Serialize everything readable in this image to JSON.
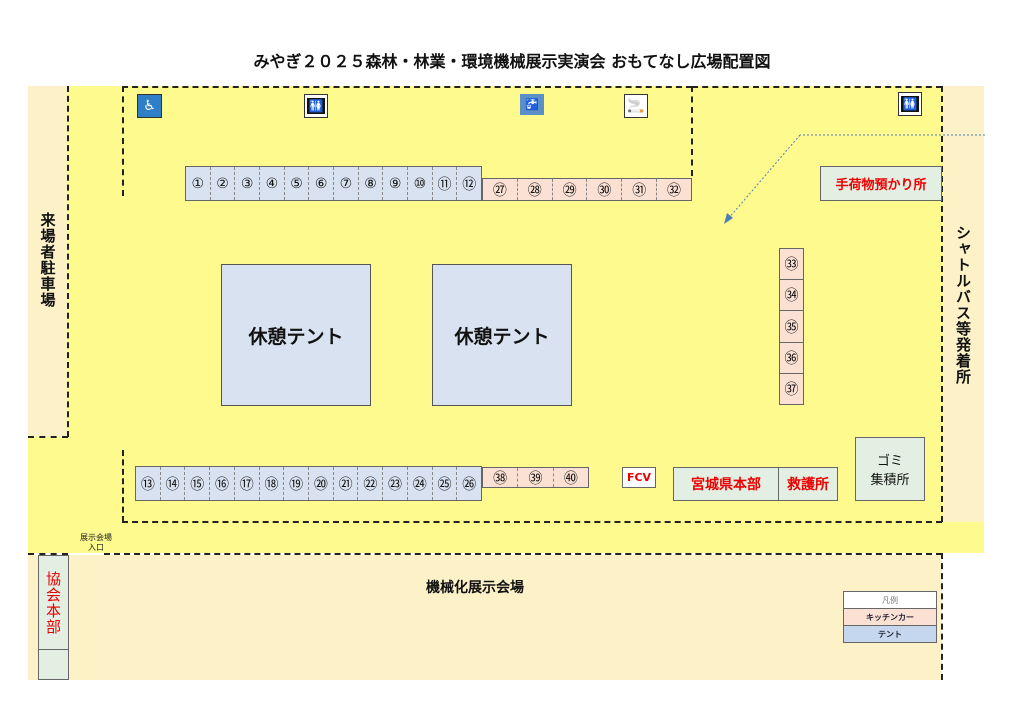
{
  "title": "みやぎ２０２５森林・林業・環境機械展示実演会 おもてなし広場配置図",
  "areas": {
    "parking": "来場者駐車場",
    "shuttle": "シャトルバス等発着所",
    "machinery_hall": "機械化展示会場",
    "entrance": "展示会場\n入口",
    "association_hq": "協会本部",
    "luggage": "手荷物預かり所",
    "fcv": "FCV",
    "pref_hq": "宮城県本部",
    "first_aid": "救護所",
    "garbage": "ゴミ\n集積所"
  },
  "tents": [
    "休憩テント",
    "休憩テント"
  ],
  "booths": {
    "top_tents": [
      "①",
      "②",
      "③",
      "④",
      "⑤",
      "⑥",
      "⑦",
      "⑧",
      "⑨",
      "⑩",
      "⑪",
      "⑫"
    ],
    "top_kitchen": [
      "㉗",
      "㉘",
      "㉙",
      "㉚",
      "㉛",
      "㉜"
    ],
    "bottom_tents": [
      "⑬",
      "⑭",
      "⑮",
      "⑯",
      "⑰",
      "⑱",
      "⑲",
      "⑳",
      "㉑",
      "㉒",
      "㉓",
      "㉔",
      "㉕",
      "㉖"
    ],
    "bottom_kitchen": [
      "㊳",
      "㊴",
      "㊵"
    ],
    "right_kitchen": [
      "㉝",
      "㉞",
      "㉟",
      "㊱",
      "㊲"
    ]
  },
  "icons": [
    "wheelchair-toilet-icon",
    "restroom-icon",
    "water-station-icon",
    "smoking-area-icon",
    "restroom-icon"
  ],
  "legend": {
    "title": "凡例",
    "kitchen": "キッチンカー",
    "tent": "テント"
  },
  "colors": {
    "plaza": "#fffa8e",
    "outside": "#fdf1c8",
    "tent": "#d9e2f0",
    "kitchen": "#fbe0d4",
    "hq": "#e2efe2",
    "red": "#ee0000"
  }
}
